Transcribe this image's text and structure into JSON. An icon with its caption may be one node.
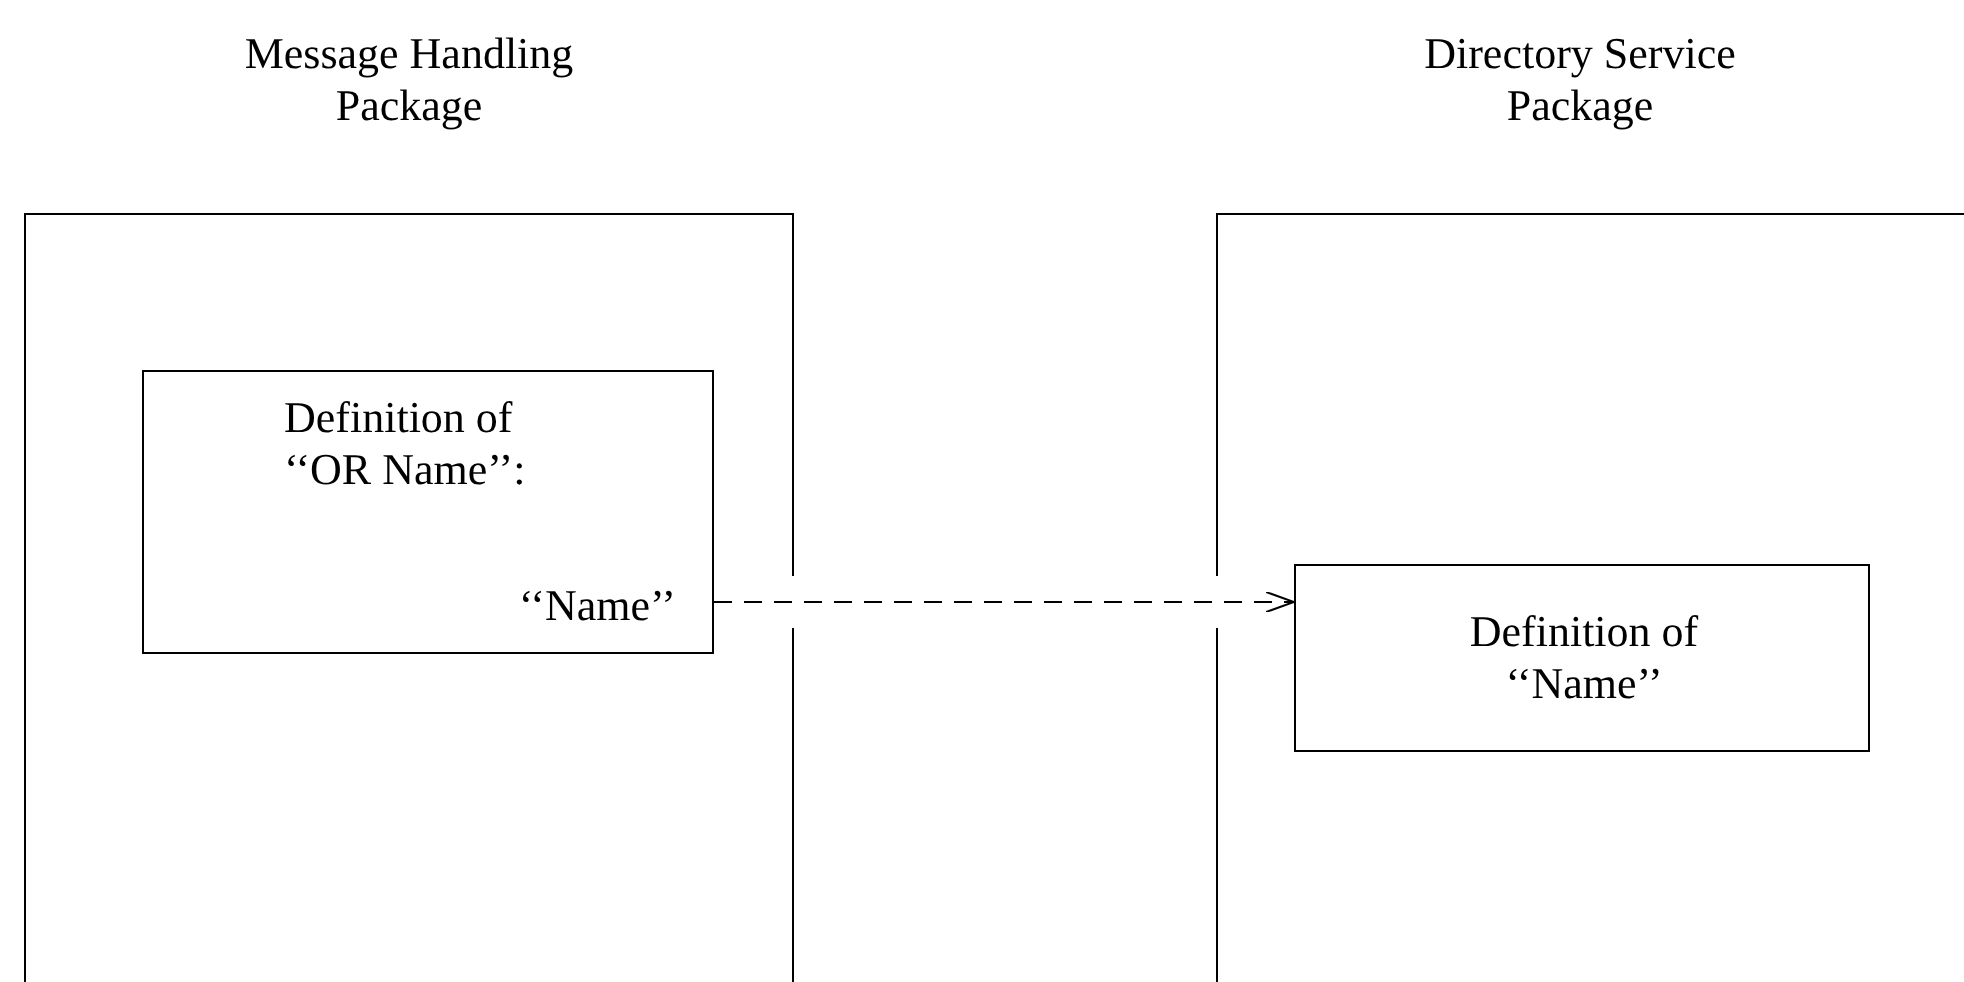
{
  "diagram": {
    "nodes": [
      {
        "text": [
          "Message Handling Package"
        ]
      },
      {
        "text": [
          "Definition of ‘‘OR Name’’:",
          "‘‘Name’’"
        ],
        "in": 0
      },
      {
        "text": [
          "Directory Service Package"
        ]
      },
      {
        "text": [
          "Definition of ‘‘Name’’"
        ],
        "in": 2
      }
    ],
    "edges": [
      {
        "from": 1,
        "to": 3,
        "arrow": "to",
        "style": "dashed"
      }
    ]
  }
}
